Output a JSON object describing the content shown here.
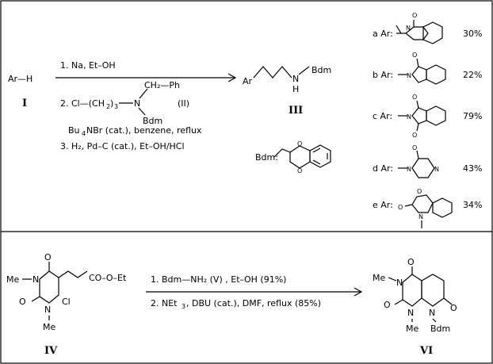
{
  "scheme1": {
    "reactant": "Ar—H",
    "reactant_label": "I",
    "step1": "1. Na,  Et–OH",
    "step2_prefix": "2. Cl—(CH",
    "step2_sub": "2",
    "step2_paren": ")",
    "step2_sub2": "3",
    "step2_ch2ph": "CH₂—Ph",
    "step2_n": "N",
    "step2_bdm": "Bdm",
    "step2_label": "(II)",
    "step2_cond_a": "Bu",
    "step2_cond_sub": "4",
    "step2_cond_b": "NBr (cat.),  benzene,  reflux",
    "step3": "3. H₂,  Pd–C (cat.),  Et–OH/HCl",
    "product_ar": "Ar",
    "product_n": "N",
    "product_h": "H",
    "product_bdm": "Bdm",
    "product_label": "III",
    "bdm_def": "Bdm:"
  },
  "ar_options": [
    {
      "label": "a Ar:",
      "yield": "30%"
    },
    {
      "label": "b Ar:",
      "yield": "22%"
    },
    {
      "label": "c Ar:",
      "yield": "79%"
    },
    {
      "label": "d Ar:",
      "yield": "43%"
    },
    {
      "label": "e Ar:",
      "yield": "34%"
    }
  ],
  "scheme2": {
    "me_top": "Me",
    "me_bottom": "Me",
    "n1": "N",
    "n2": "N",
    "o_top": "O",
    "o_left": "O",
    "cl": "Cl",
    "ester": "CO–O–Et",
    "label_iv": "IV",
    "step1": "1. Bdm—NH₂ (V) , Et–OH (91%)",
    "step2_a": "2. NEt",
    "step2_sub": "3",
    "step2_b": ",   DBU (cat.),  DMF,    reflux (85%)",
    "p_me_top": "Me",
    "p_me_bottom": "Me",
    "p_bdm": "Bdm",
    "p_n1": "N",
    "p_n2": "N",
    "p_n3": "N",
    "p_o1": "O",
    "p_o2": "O",
    "p_o3": "O",
    "label_vi": "VI"
  }
}
